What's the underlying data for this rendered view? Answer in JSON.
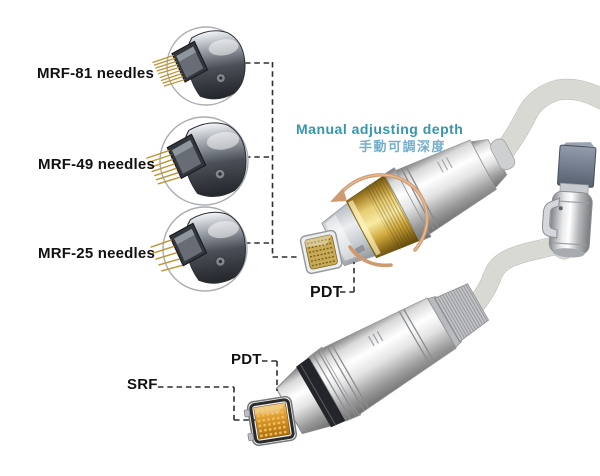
{
  "diagram": {
    "background_color": "#ffffff",
    "needle_cartridges": [
      {
        "label": "MRF-81 needles"
      },
      {
        "label": "MRF-49 needles"
      },
      {
        "label": "MRF-25 needles"
      }
    ],
    "depth_note": {
      "en": "Manual adjusting depth",
      "zh": "手動可調深度"
    },
    "part_labels": {
      "pdt_top": "PDT",
      "pdt_bottom": "PDT",
      "srf": "SRF"
    },
    "colors": {
      "depth_note_en": "#3596ac",
      "depth_note_zh": "#74aecb",
      "label_text": "#111111",
      "gold_ring": "#e7cd74",
      "amber_needle_tip": "#d8962c",
      "rotation_arrow": "#d09a70",
      "connector_block": "#6b7487",
      "leader_lines": "#2e2e2e",
      "cable_white": "#f3f3f0",
      "handpiece_silver": "#d9d9d9"
    }
  }
}
